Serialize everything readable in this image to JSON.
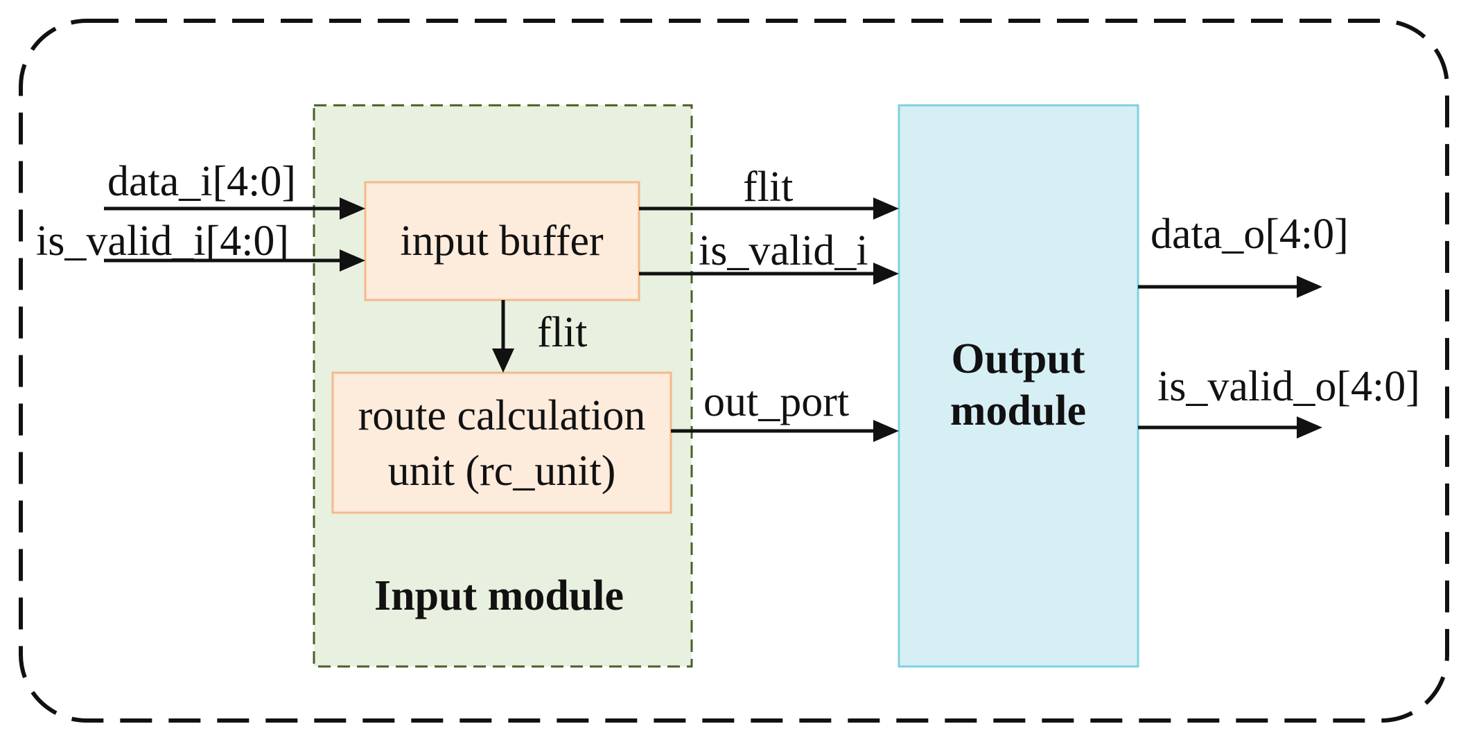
{
  "colors": {
    "outer_border": "#111111",
    "input_module_fill": "#e8f0df",
    "input_module_border": "#4a5e2a",
    "block_fill": "#fdebdc",
    "block_border": "#f5b98a",
    "output_module_fill": "#d6eff5",
    "output_module_border": "#7fd0de",
    "wire": "#111111"
  },
  "blocks": {
    "input_module": {
      "title": "Input module"
    },
    "input_buffer": {
      "label": "input buffer"
    },
    "rc_unit": {
      "line1": "route calculation",
      "line2": "unit (rc_unit)"
    },
    "output_module": {
      "line1": "Output",
      "line2": "module"
    }
  },
  "signals": {
    "data_in": "data_i[4:0]",
    "valid_in": "is_valid_i[4:0]",
    "flit_out": "flit",
    "valid_mid": "is_valid_i",
    "flit_down": "flit",
    "out_port": "out_port",
    "data_out": "data_o[4:0]",
    "valid_out": "is_valid_o[4:0]"
  }
}
